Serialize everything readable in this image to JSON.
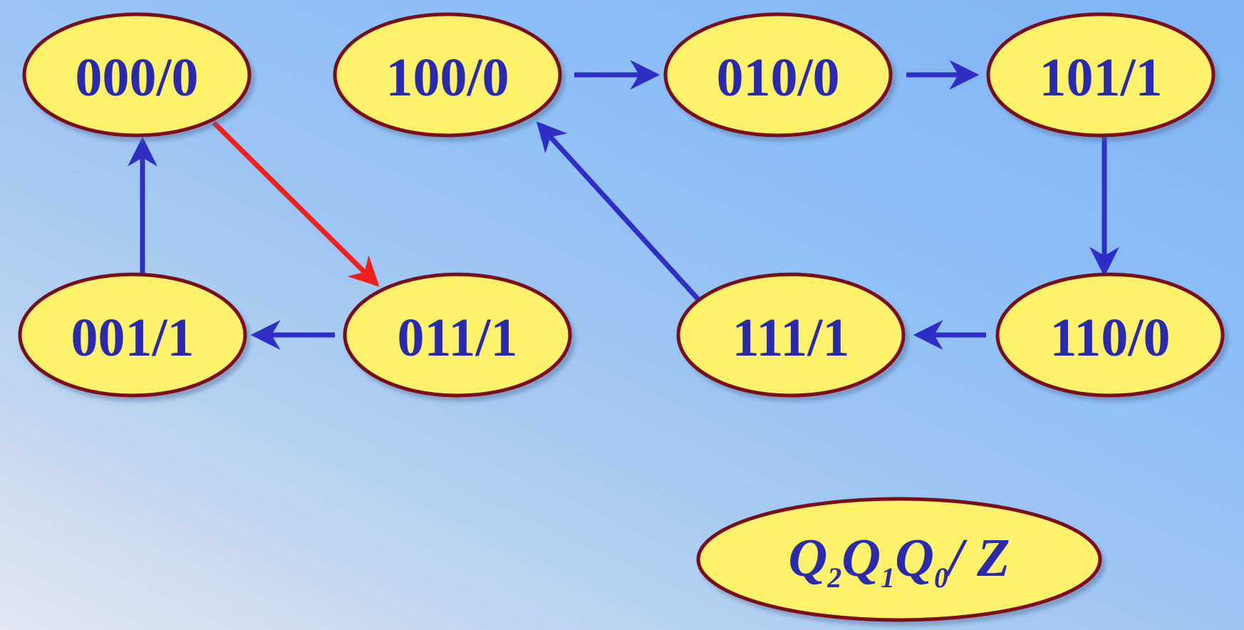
{
  "colors": {
    "node_fill": "#fdf26a",
    "node_stroke": "#7a0e12",
    "label_text": "#2b2bb0",
    "arrow_primary": "#2f2fc8",
    "arrow_highlight": "#f0201c"
  },
  "states": [
    {
      "id": "s000",
      "label": "000/0"
    },
    {
      "id": "s100",
      "label": "100/0"
    },
    {
      "id": "s010",
      "label": "010/0"
    },
    {
      "id": "s101",
      "label": "101/1"
    },
    {
      "id": "s001",
      "label": "001/1"
    },
    {
      "id": "s011",
      "label": "011/1"
    },
    {
      "id": "s111",
      "label": "111/1"
    },
    {
      "id": "s110",
      "label": "110/0"
    }
  ],
  "transitions": [
    {
      "from": "000/0",
      "to": "011/1",
      "style": "highlight"
    },
    {
      "from": "100/0",
      "to": "010/0",
      "style": "primary"
    },
    {
      "from": "010/0",
      "to": "101/1",
      "style": "primary"
    },
    {
      "from": "101/1",
      "to": "110/0",
      "style": "primary"
    },
    {
      "from": "110/0",
      "to": "111/1",
      "style": "primary"
    },
    {
      "from": "111/1",
      "to": "100/0",
      "style": "primary"
    },
    {
      "from": "011/1",
      "to": "001/1",
      "style": "primary"
    },
    {
      "from": "001/1",
      "to": "000/0",
      "style": "primary"
    }
  ],
  "legend": {
    "q": "Q",
    "sub2": "2",
    "sub1": "1",
    "sub0": "0",
    "separator": "/ ",
    "z": "Z"
  }
}
